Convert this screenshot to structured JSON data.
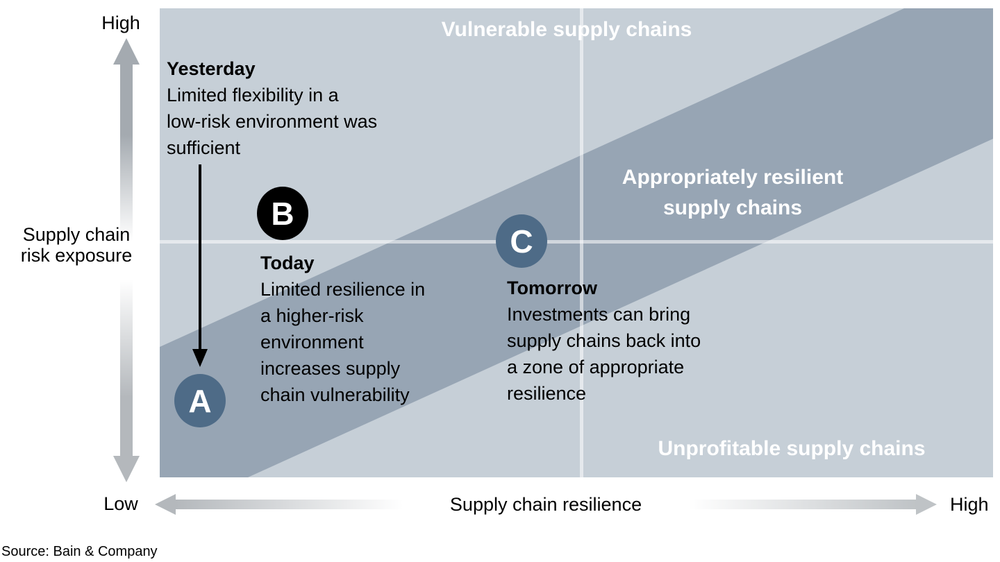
{
  "colors": {
    "plot_background": "#c6cfd7",
    "band": "#97a5b4",
    "marker_slate": "#4e6b87",
    "marker_black": "#000000",
    "zone_label_text": "#ffffff"
  },
  "zones": {
    "vulnerable": "Vulnerable supply chains",
    "appropriate_line1": "Appropriately resilient",
    "appropriate_line2": "supply chains",
    "unprofitable": "Unprofitable supply chains"
  },
  "y_axis": {
    "top_label": "High",
    "bottom_label": "Low",
    "label_line1": "Supply chain",
    "label_line2": "risk exposure"
  },
  "x_axis": {
    "left_label": "Low",
    "right_label": "High",
    "label": "Supply chain resilience"
  },
  "annotations": {
    "yesterday": {
      "title": "Yesterday",
      "lines": [
        "Limited flexibility in a",
        "low-risk environment was",
        "sufficient"
      ]
    },
    "today": {
      "title": "Today",
      "lines": [
        "Limited resilience in",
        "a higher-risk",
        "environment",
        "increases supply",
        "chain vulnerability"
      ]
    },
    "tomorrow": {
      "title": "Tomorrow",
      "lines": [
        "Investments can bring",
        "supply chains back into",
        "a zone of appropriate",
        "resilience"
      ]
    }
  },
  "markers": {
    "a": "A",
    "b": "B",
    "c": "C"
  },
  "source": "Source: Bain & Company"
}
